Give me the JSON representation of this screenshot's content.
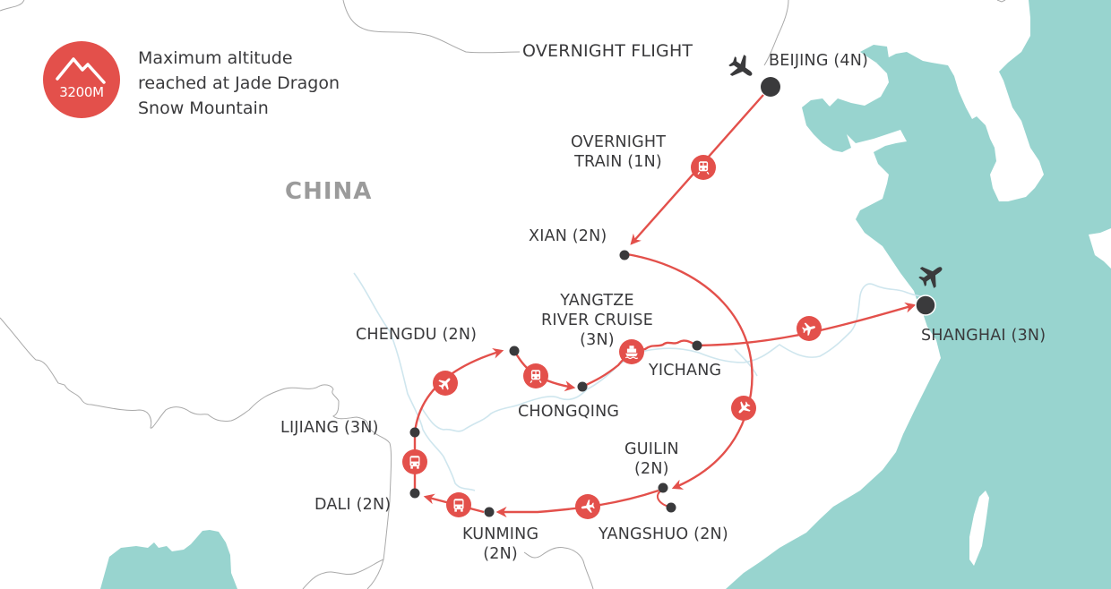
{
  "legend": {
    "badge_value": "3200M",
    "badge_icon": "mountain-icon",
    "lines": [
      "Maximum altitude",
      "reached at Jade Dragon",
      "Snow Mountain"
    ]
  },
  "country_label": "CHINA",
  "colors": {
    "route": "#e3504b",
    "stop_marker": "#3a3a3c",
    "sea": "#98d4cf",
    "border": "#a9a9a9",
    "river": "#cfe6ee",
    "land": "#ffffff"
  },
  "stops": [
    {
      "id": "beijing",
      "label": "BEIJING (4N)"
    },
    {
      "id": "overnight-train",
      "label_lines": [
        "OVERNIGHT",
        "TRAIN (1N)"
      ]
    },
    {
      "id": "xian",
      "label": "XIAN (2N)"
    },
    {
      "id": "guilin",
      "label_lines": [
        "GUILIN",
        "(2N)"
      ]
    },
    {
      "id": "yangshuo",
      "label": "YANGSHUO (2N)"
    },
    {
      "id": "kunming",
      "label_lines": [
        "KUNMING",
        "(2N)"
      ]
    },
    {
      "id": "dali",
      "label": "DALI (2N)"
    },
    {
      "id": "lijiang",
      "label": "LIJIANG (3N)"
    },
    {
      "id": "chengdu",
      "label": "CHENGDU (2N)"
    },
    {
      "id": "chongqing",
      "label": "CHONGQING"
    },
    {
      "id": "yangtze",
      "label_lines": [
        "YANGTZE",
        "RIVER CRUISE",
        "(3N)"
      ]
    },
    {
      "id": "yichang",
      "label": "YICHANG"
    },
    {
      "id": "shanghai",
      "label": "SHANGHAI (3N)"
    }
  ],
  "overnight_flight_label": "OVERNIGHT FLIGHT",
  "route_legs": [
    {
      "from": "Beijing",
      "to": "Xian",
      "mode": "train-icon"
    },
    {
      "from": "Xian",
      "to": "Guilin",
      "mode": "plane-icon"
    },
    {
      "from": "Guilin",
      "to": "Yangshuo",
      "mode": "loop"
    },
    {
      "from": "Guilin",
      "to": "Kunming",
      "mode": "plane-icon"
    },
    {
      "from": "Kunming",
      "to": "Dali",
      "mode": "bus-icon"
    },
    {
      "from": "Dali",
      "to": "Lijiang",
      "mode": "bus-icon"
    },
    {
      "from": "Lijiang",
      "to": "Chengdu",
      "mode": "plane-icon"
    },
    {
      "from": "Chengdu",
      "to": "Chongqing",
      "mode": "train-icon"
    },
    {
      "from": "Chongqing",
      "to": "Yichang",
      "mode": "ship-icon"
    },
    {
      "from": "Yichang",
      "to": "Shanghai",
      "mode": "plane-icon"
    }
  ]
}
